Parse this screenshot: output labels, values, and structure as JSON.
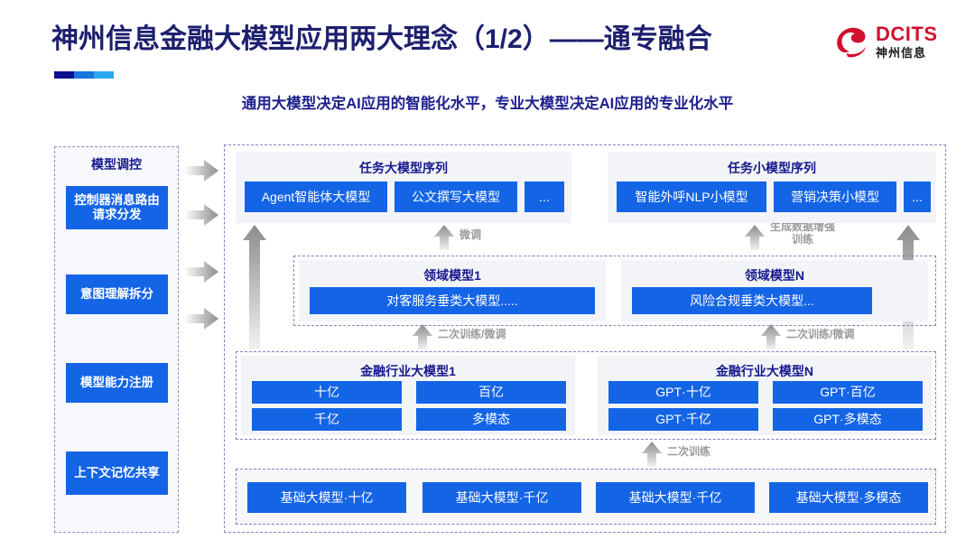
{
  "header": {
    "title": "神州信息金融大模型应用两大理念（1/2）——通专融合",
    "subtitle": "通用大模型决定AI应用的智能化水平，专业大模型决定AI应用的专业化水平",
    "logo_en": "DCITS",
    "logo_cn": "神州信息",
    "accent_navy": "#1d1f6e",
    "accent_blue": "#1464e6",
    "accent_red": "#d10f2e",
    "bar_colors": [
      "#0b0f8c",
      "#1576de",
      "#2aa8ef"
    ]
  },
  "control_panel": {
    "title": "模型调控",
    "items": [
      {
        "label": "控制器消息路由请求分发"
      },
      {
        "label": "意图理解拆分"
      },
      {
        "label": "模型能力注册"
      },
      {
        "label": "上下文记忆共享"
      }
    ]
  },
  "task_models": {
    "large": {
      "title": "任务大模型序列",
      "items": [
        "Agent智能体大模型",
        "公文撰写大模型",
        "..."
      ]
    },
    "small": {
      "title": "任务小模型序列",
      "items": [
        "智能外呼NLP小模型",
        "营销决策小模型",
        "..."
      ]
    }
  },
  "domain_models": [
    {
      "title": "领域模型1",
      "item": "对客服务垂类大模型....."
    },
    {
      "title": "领域模型N",
      "item": "风险合规垂类大模型..."
    }
  ],
  "industry_models": [
    {
      "title": "金融行业大模型1",
      "items": [
        "十亿",
        "百亿",
        "千亿",
        "多模态"
      ]
    },
    {
      "title": "金融行业大模型N",
      "items": [
        "GPT·十亿",
        "GPT·百亿",
        "GPT·千亿",
        "GPT·多模态"
      ]
    }
  ],
  "base_models": [
    "基础大模型·十亿",
    "基础大模型·千亿",
    "基础大模型·千亿",
    "基础大模型·多模态"
  ],
  "arrow_labels": {
    "finetune": "微调",
    "data_aug": "生成数据增强\n训练",
    "retrain_finetune_left": "二次训练/微调",
    "retrain_finetune_right": "二次训练/微调",
    "retrain": "二次训练"
  }
}
